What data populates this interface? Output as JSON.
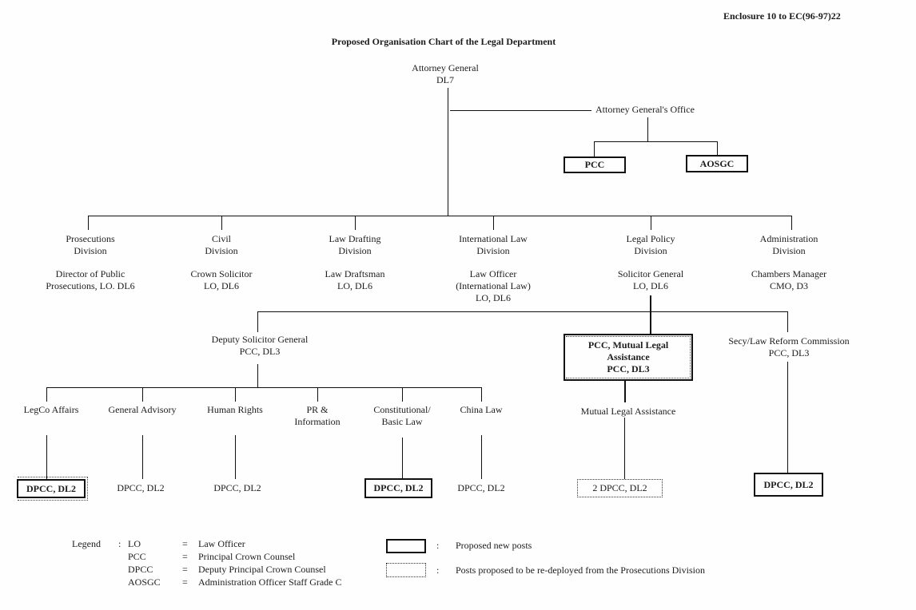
{
  "meta": {
    "enclosure": "Enclosure 10 to EC(96-97)22",
    "title": "Proposed Organisation Chart of the Legal Department"
  },
  "nodes": {
    "attorney_general": "Attorney General\nDL7",
    "ag_office": "Attorney General's Office",
    "pcc": "PCC",
    "aosgc": "AOSGC",
    "deputy_solicitor_general": "Deputy Solicitor General\nPCC, DL3",
    "pcc_mutual_legal_assistance": "PCC, Mutual Legal\nAssistance\nPCC, DL3",
    "secy_law_reform_commission": "Secy/Law Reform Commission\nPCC, DL3",
    "mutual_legal_assistance_section": "Mutual Legal Assistance"
  },
  "divisions": [
    {
      "name": "Prosecutions\nDivision",
      "head": "Director of Public\nProsecutions, LO. DL6"
    },
    {
      "name": "Civil\nDivision",
      "head": "Crown Solicitor\nLO, DL6"
    },
    {
      "name": "Law Drafting\nDivision",
      "head": "Law Draftsman\nLO, DL6"
    },
    {
      "name": "International Law\nDivision",
      "head": "Law Officer\n(International Law)\nLO, DL6"
    },
    {
      "name": "Legal Policy\nDivision",
      "head": "Solicitor General\nLO, DL6"
    },
    {
      "name": "Administration\nDivision",
      "head": "Chambers Manager\nCMO, D3"
    }
  ],
  "sections": [
    {
      "label": "LegCo Affairs"
    },
    {
      "label": "General Advisory"
    },
    {
      "label": "Human Rights"
    },
    {
      "label": "PR &\nInformation"
    },
    {
      "label": "Constitutional/\nBasic Law"
    },
    {
      "label": "China Law"
    }
  ],
  "posts": {
    "legco": "DPCC, DL2",
    "general_advisory": "DPCC, DL2",
    "human_rights": "DPCC, DL2",
    "constitutional": "DPCC, DL2",
    "china_law": "DPCC, DL2",
    "mutual_legal_assistance": "2 DPCC, DL2",
    "law_reform": "DPCC, DL2"
  },
  "legend": {
    "heading": "Legend",
    "colon": ":",
    "eq": "=",
    "abbrs": [
      {
        "abbr": "LO",
        "full": "Law Officer"
      },
      {
        "abbr": "PCC",
        "full": "Principal Crown Counsel"
      },
      {
        "abbr": "DPCC",
        "full": "Deputy Principal Crown Counsel"
      },
      {
        "abbr": "AOSGC",
        "full": "Administration Officer Staff Grade C"
      }
    ],
    "solid_box_meaning": "Proposed new posts",
    "dotted_box_meaning": "Posts proposed to be re-deployed from the Prosecutions Division"
  }
}
